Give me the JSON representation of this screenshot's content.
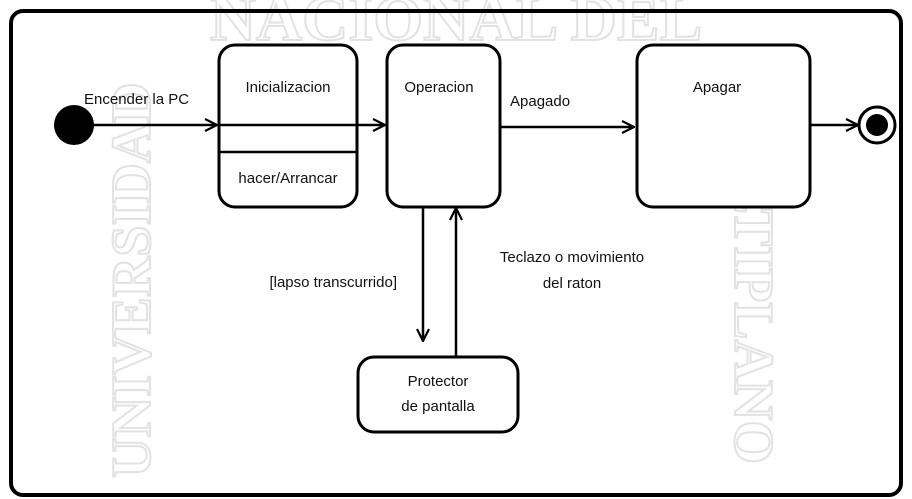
{
  "watermark": {
    "top": "NACIONAL DEL",
    "left": "UNIVERSIDAD",
    "right": "ALTIPLANO"
  },
  "states": {
    "inicializacion": {
      "name": "Inicializacion",
      "activity": "hacer/Arrancar"
    },
    "operacion": {
      "name": "Operacion"
    },
    "apagar": {
      "name": "Apagar"
    },
    "protector": {
      "line1": "Protector",
      "line2": "de pantalla"
    }
  },
  "transitions": {
    "encender": "Encender la PC",
    "apagado": "Apagado",
    "lapso": "[lapso transcurrido]",
    "teclazo_line1": "Teclazo o movimiento",
    "teclazo_line2": "del raton"
  },
  "colors": {
    "stroke": "#000000",
    "watermark": "#e2e2e2",
    "background": "#ffffff"
  }
}
